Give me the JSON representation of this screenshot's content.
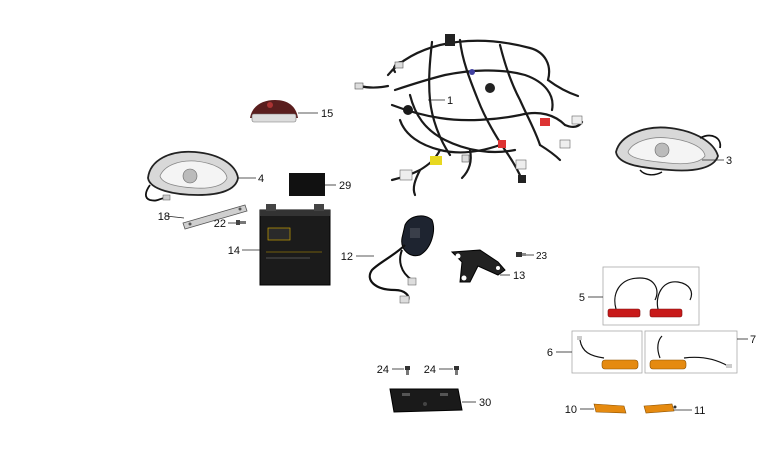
{
  "callouts": {
    "c1": "1",
    "c3": "3",
    "c4": "4",
    "c5": "5",
    "c6": "6",
    "c7": "7",
    "c10": "10",
    "c11": "11",
    "c12": "12",
    "c13": "13",
    "c14": "14",
    "c15": "15",
    "c18": "18",
    "c22": "22",
    "c23": "23",
    "c24a": "24",
    "c24b": "24",
    "c29": "29",
    "c30": "30"
  },
  "parts": [
    {
      "id": "1",
      "name": "wiring-harness"
    },
    {
      "id": "3",
      "name": "headlight-right"
    },
    {
      "id": "4",
      "name": "headlight-left"
    },
    {
      "id": "5",
      "name": "rear-reflector-pair"
    },
    {
      "id": "6",
      "name": "turn-signal-left-pair"
    },
    {
      "id": "7",
      "name": "turn-signal-right-pair"
    },
    {
      "id": "10",
      "name": "side-marker-left"
    },
    {
      "id": "11",
      "name": "side-marker-right"
    },
    {
      "id": "12",
      "name": "handlebar-switch"
    },
    {
      "id": "13",
      "name": "mounting-bracket"
    },
    {
      "id": "14",
      "name": "battery"
    },
    {
      "id": "15",
      "name": "tail-light"
    },
    {
      "id": "18",
      "name": "battery-strap"
    },
    {
      "id": "22",
      "name": "screw"
    },
    {
      "id": "23",
      "name": "small-bolt"
    },
    {
      "id": "24",
      "name": "screw"
    },
    {
      "id": "29",
      "name": "black-label"
    },
    {
      "id": "30",
      "name": "license-plate-bracket"
    }
  ]
}
